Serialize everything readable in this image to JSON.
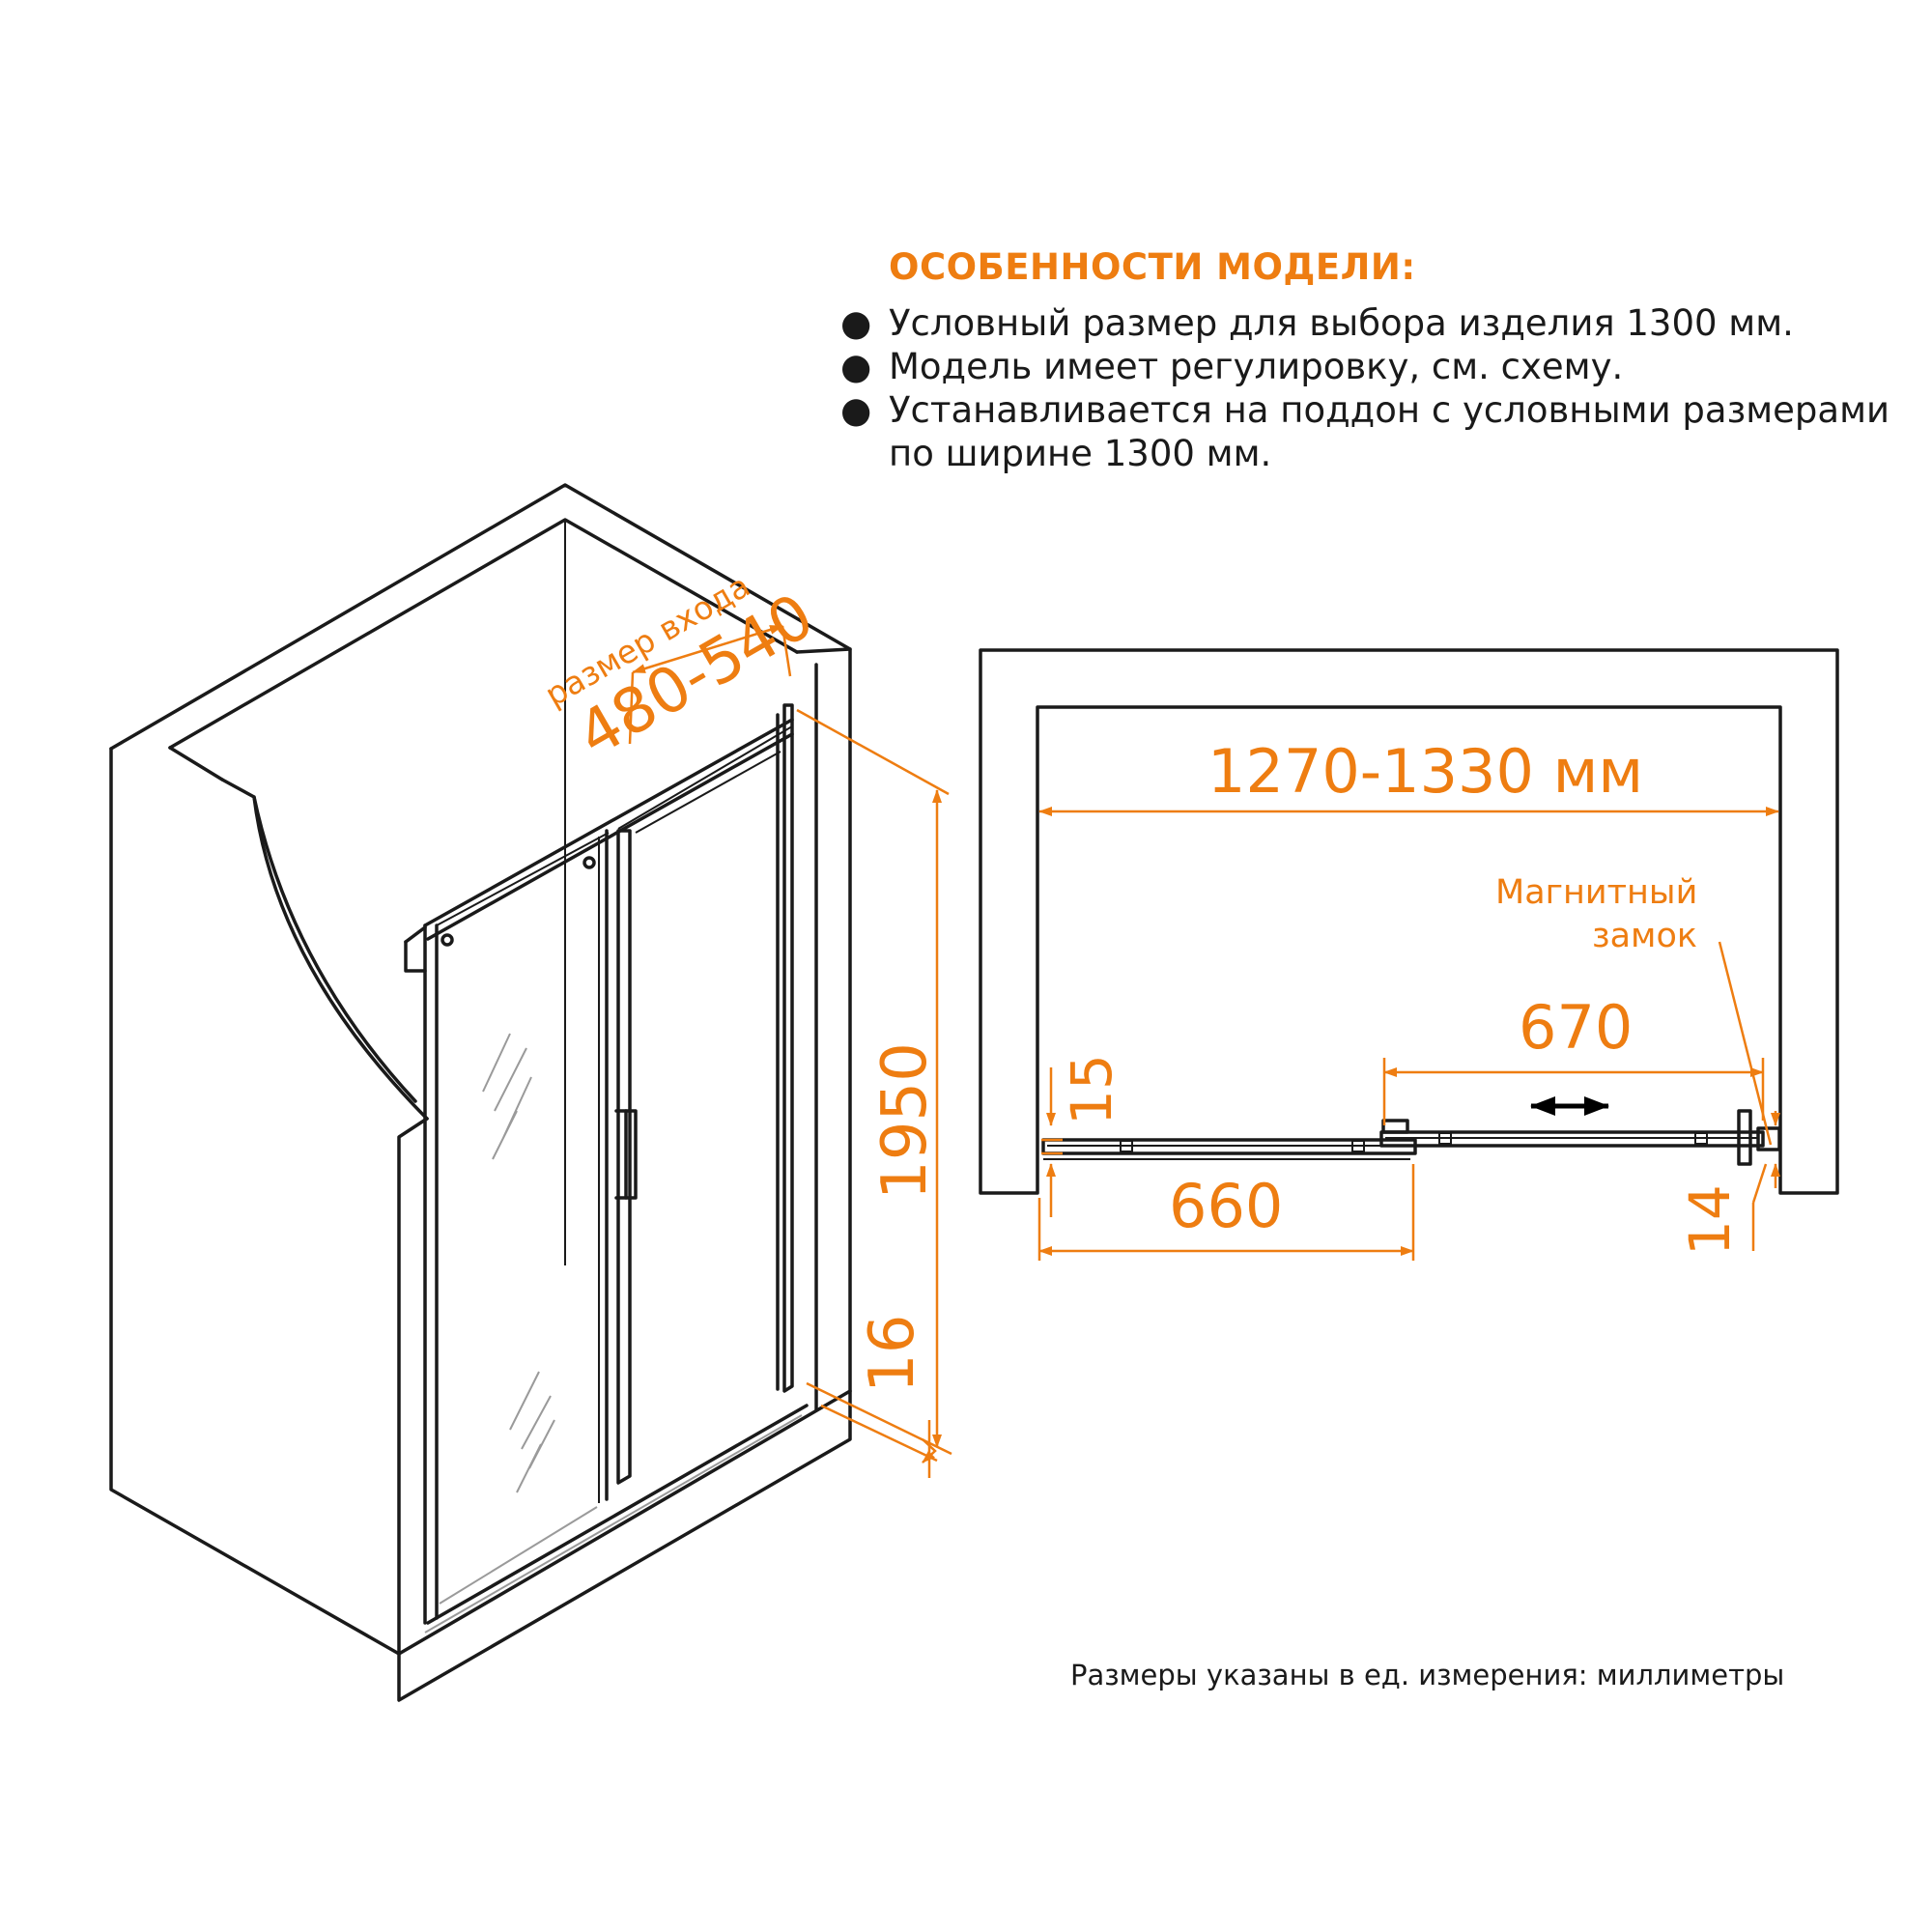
{
  "features": {
    "title": "ОСОБЕННОСТИ МОДЕЛИ:",
    "items": [
      "Условный размер для выбора изделия 1300 мм.",
      "Модель имеет регулировку, см. схему.",
      "Устанавливается на поддон с условными размерами по ширине 1300 мм."
    ]
  },
  "iso_view": {
    "entry_caption": "размер входа",
    "entry_value": "480-540",
    "height_value": "1950",
    "tray_value": "16"
  },
  "plan_view": {
    "width_value": "1270-1330 мм",
    "lock_label_line1": "Магнитный",
    "lock_label_line2": "замок",
    "sliding_value": "670",
    "fixed_value": "660",
    "left_gap_value": "15",
    "right_gap_value": "14"
  },
  "footnote": "Размеры указаны в ед. измерения: миллиметры",
  "colors": {
    "accent": "#ee7d11",
    "line": "#1a1a1a"
  }
}
